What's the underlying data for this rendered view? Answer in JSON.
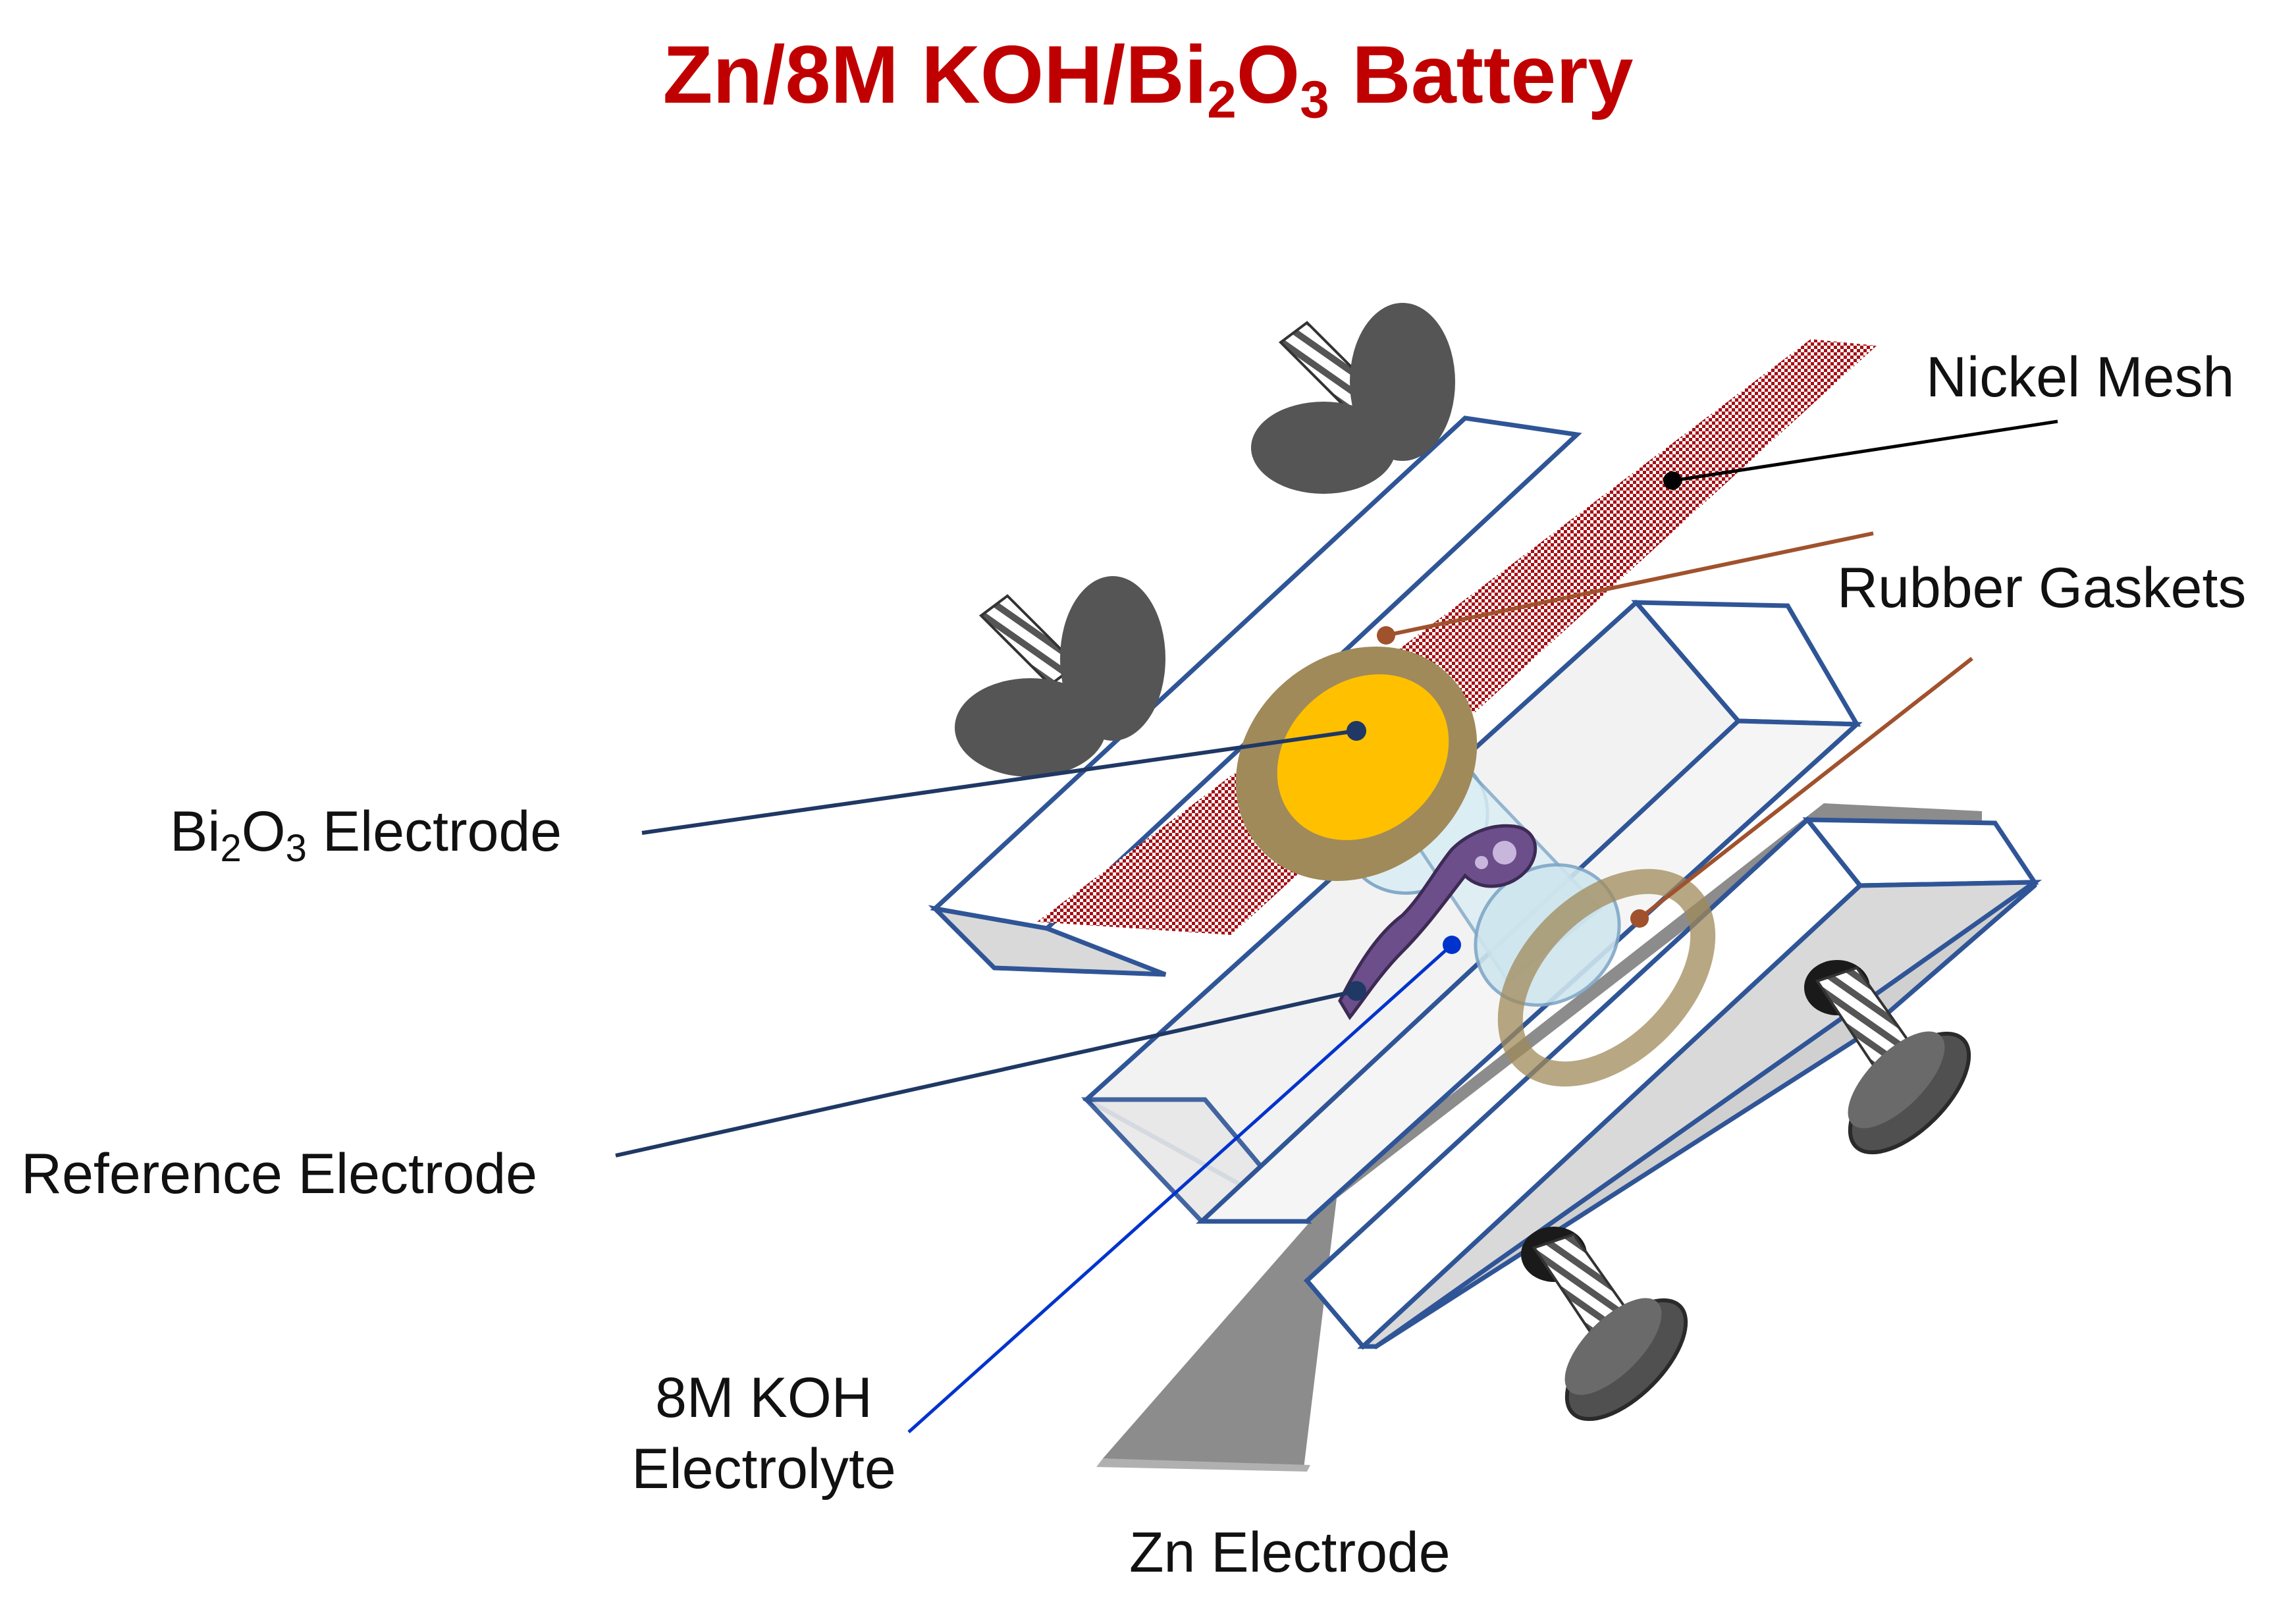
{
  "title": {
    "part1": "Zn/8M KOH/Bi",
    "sub1": "2",
    "part2": "O",
    "sub2": "3",
    "part3": " Battery"
  },
  "labels": {
    "nickel_mesh": "Nickel Mesh",
    "rubber_gaskets": "Rubber Gaskets",
    "bi2o3": {
      "part1": "Bi",
      "sub1": "2",
      "part2": "O",
      "sub2": "3",
      "part3": " Electrode"
    },
    "reference_electrode": "Reference Electrode",
    "electrolyte_line1": "8M KOH",
    "electrolyte_line2": "Electrolyte",
    "zn_electrode": "Zn Electrode"
  },
  "colors": {
    "title": "#c00000",
    "frame_outline": "#2f5597",
    "nickel_mesh": "#a50f15",
    "gasket": "#a08a5a",
    "bi2o3": "#ffc000",
    "electrolyte": "#dbeef4",
    "reference": "#6b4e8a",
    "zn_plate": "#8c8c8c",
    "leader_dark": "#1f3864",
    "leader_brown": "#a0522d",
    "leader_blue": "#0033cc",
    "leader_black": "#000000"
  },
  "icons": [
    "wing-nut-icon",
    "thumb-screw-icon"
  ]
}
